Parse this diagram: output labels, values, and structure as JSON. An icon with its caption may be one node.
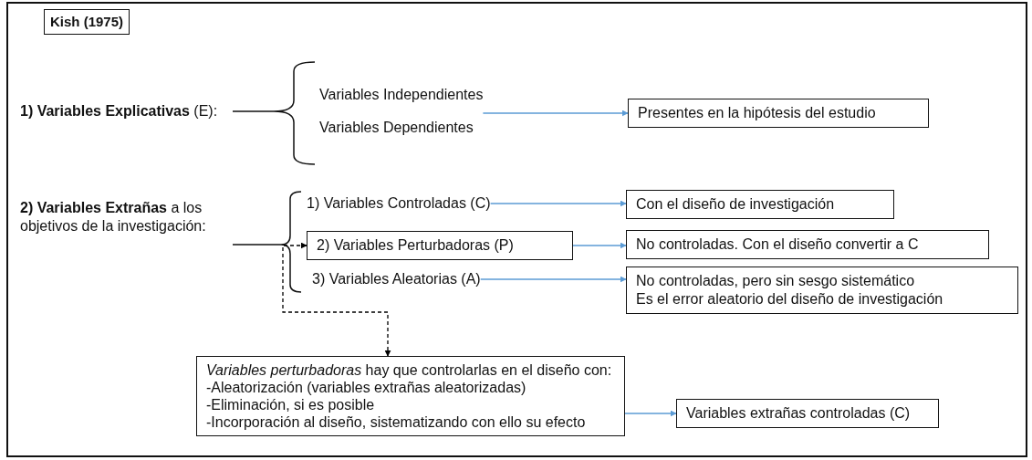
{
  "diagram": {
    "nodes": [
      {
        "text": [
          "Kish (1975)"
        ]
      },
      {
        "text": [
          "Variables Independientes",
          "Variables Dependientes"
        ]
      },
      {
        "text": [
          "Presentes en la hipótesis del estudio"
        ]
      },
      {
        "text": [
          "1) Variables Controladas (C)"
        ]
      },
      {
        "text": [
          "Con el diseño de investigación"
        ]
      },
      {
        "text": [
          "2) Variables Perturbadoras (P)"
        ]
      },
      {
        "text": [
          "No controladas. Con el diseño convertir a C"
        ]
      },
      {
        "text": [
          "3) Variables Aleatorias (A)"
        ]
      },
      {
        "text": [
          "No controladas, pero sin sesgo sistemático",
          "Es el error aleatorio del diseño de investigación"
        ]
      },
      {
        "text": [
          "*Variables perturbadoras* hay que controlarlas en el diseño con:",
          "-Aleatorización (variables extrañas aleatorizadas)",
          "-Eliminación, si es posible",
          "-Incorporación al diseño, sistematizando con ello su efecto"
        ]
      },
      {
        "text": [
          "Variables extrañas controladas (C)"
        ]
      }
    ],
    "edges": [
      {
        "from": 1,
        "to": 2,
        "arrow": "to"
      },
      {
        "from": 3,
        "to": 4,
        "arrow": "to"
      },
      {
        "from": 5,
        "to": 6,
        "arrow": "to"
      },
      {
        "from": 7,
        "to": 8,
        "arrow": "to"
      },
      {
        "from": 5,
        "to": 9,
        "arrow": "both",
        "style": "dashed",
        "color": "#000000"
      },
      {
        "from": 9,
        "to": 10,
        "arrow": "to"
      }
    ],
    "labels": [
      "**1) Variables Explicativas** (E):",
      "**2) Variables Extrañas** a los objetivos de la investigación:"
    ]
  }
}
